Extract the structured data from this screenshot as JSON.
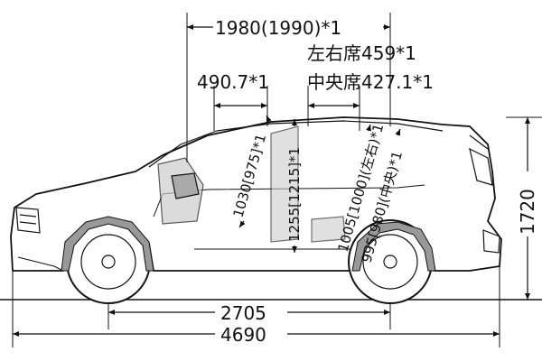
{
  "dimensions": {
    "front_headroom_span": "1980(1990)*1",
    "rear_left_right_seat": "左右席459*1",
    "rear_center_seat": "中央席427.1*1",
    "front_seat_gap": "490.7*1",
    "front_headroom": "1030[975]*1",
    "front_height": "1255[1215]*1",
    "rear_headroom_side": "1005[1000](左右)*1",
    "rear_headroom_center": "995[980](中央)*1",
    "overall_height": "1720",
    "wheelbase": "2705",
    "overall_length": "4690"
  }
}
